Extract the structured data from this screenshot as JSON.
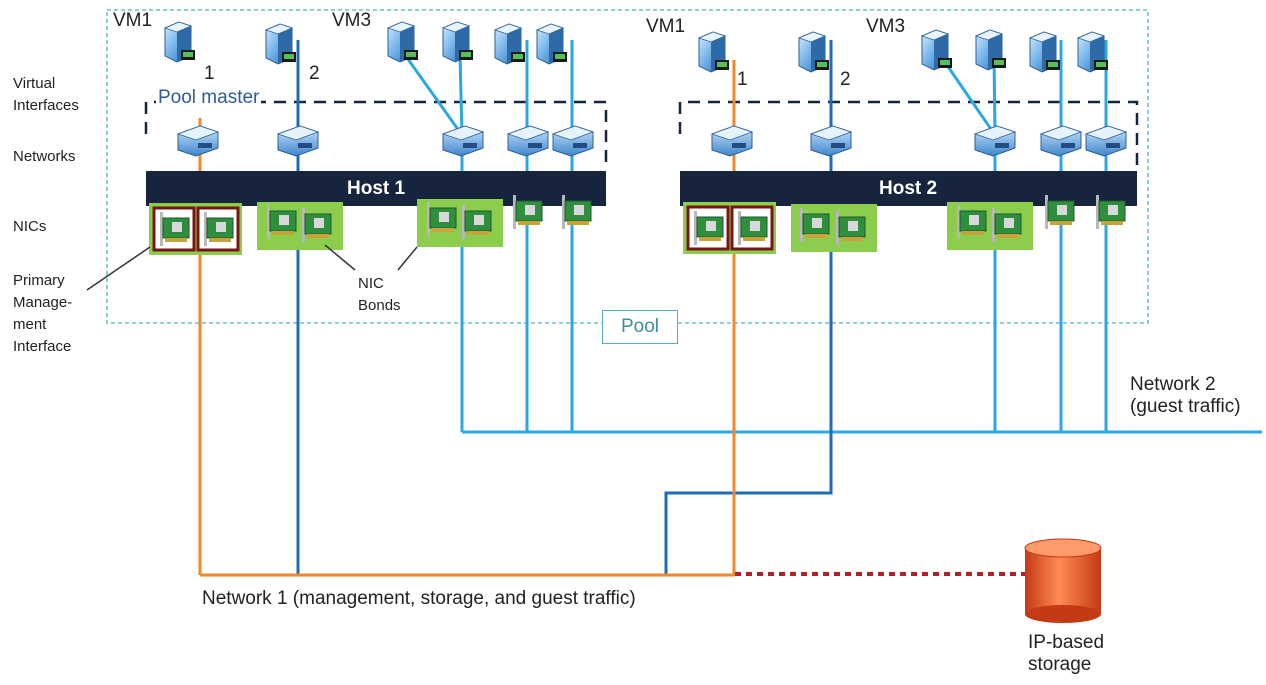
{
  "left_labels": {
    "virtual_interfaces": "Virtual\nInterfaces",
    "networks": "Networks",
    "nics": "NICs",
    "primary_mgmt": "Primary\nManage-\nment\nInterface"
  },
  "hosts": [
    {
      "name": "Host 1",
      "vm1": "VM1",
      "vm3": "VM3",
      "vif1": "1",
      "vif2": "2"
    },
    {
      "name": "Host 2",
      "vm1": "VM1",
      "vm3": "VM3",
      "vif1": "1",
      "vif2": "2"
    }
  ],
  "pool_master": "Pool master",
  "pool": "Pool",
  "nic_bonds": "NIC\nBonds",
  "network1": "Network 1 (management, storage, and guest traffic)",
  "network2": "Network 2\n(guest traffic)",
  "storage": "IP-based\nstorage",
  "colors": {
    "management": "#f0882e",
    "network1_blue": "#1f6bb5",
    "network2_cyan": "#2aa8e0",
    "host_bar": "#17243d",
    "nic_green": "#8ccd4e",
    "pool_border": "#58aebf",
    "storage": "#e8552a"
  }
}
